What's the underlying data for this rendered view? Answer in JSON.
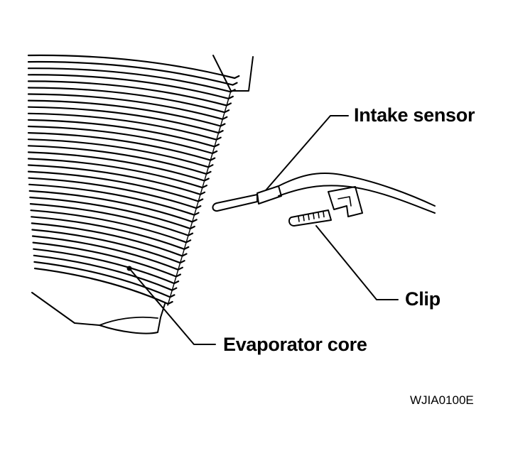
{
  "labels": {
    "intake_sensor": "Intake sensor",
    "clip": "Clip",
    "evaporator_core": "Evaporator core"
  },
  "figure_code": "WJIA0100E",
  "colors": {
    "ink": "#000000",
    "paper": "#ffffff"
  }
}
